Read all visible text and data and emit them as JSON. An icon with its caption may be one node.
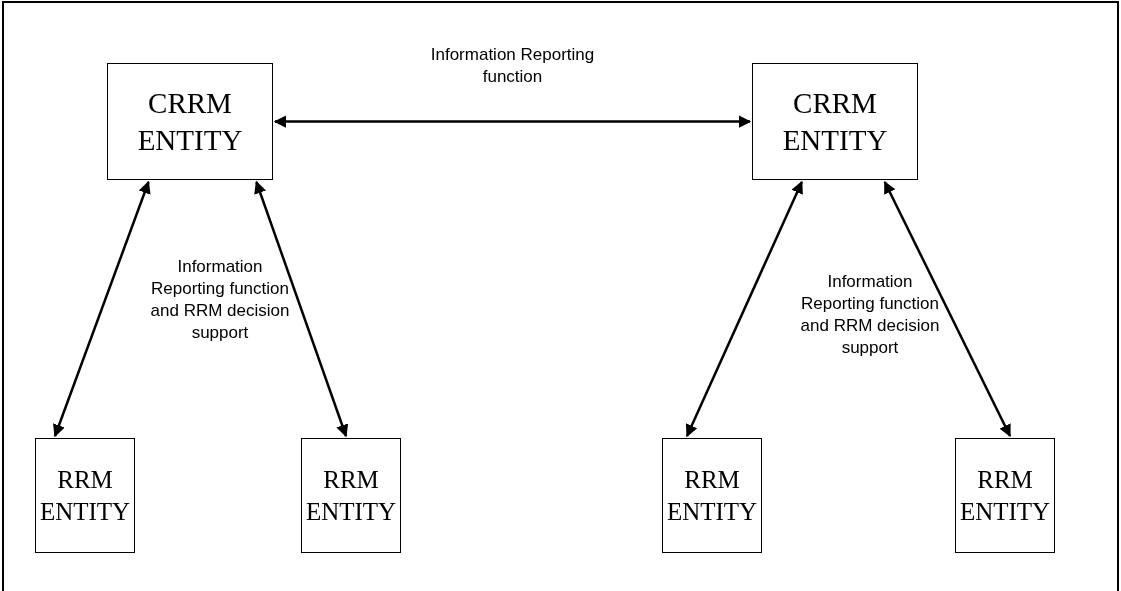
{
  "diagram": {
    "nodes": [
      {
        "text": [
          "CRRM ENTITY"
        ]
      },
      {
        "text": [
          "CRRM ENTITY"
        ]
      },
      {
        "text": [
          "RRM ENTITY"
        ]
      },
      {
        "text": [
          "RRM ENTITY"
        ]
      },
      {
        "text": [
          "RRM ENTITY"
        ]
      },
      {
        "text": [
          "RRM ENTITY"
        ]
      }
    ],
    "edges": [
      {
        "from": 0,
        "to": 1,
        "arrow": "both",
        "label": "Information Reporting function"
      },
      {
        "from": 0,
        "to": 2,
        "arrow": "both"
      },
      {
        "from": 0,
        "to": 3,
        "arrow": "both"
      },
      {
        "from": 1,
        "to": 4,
        "arrow": "both"
      },
      {
        "from": 1,
        "to": 5,
        "arrow": "both"
      }
    ],
    "labels": [
      "Information Reporting function and RRM decision support",
      "Information Reporting function and RRM decision support"
    ]
  }
}
